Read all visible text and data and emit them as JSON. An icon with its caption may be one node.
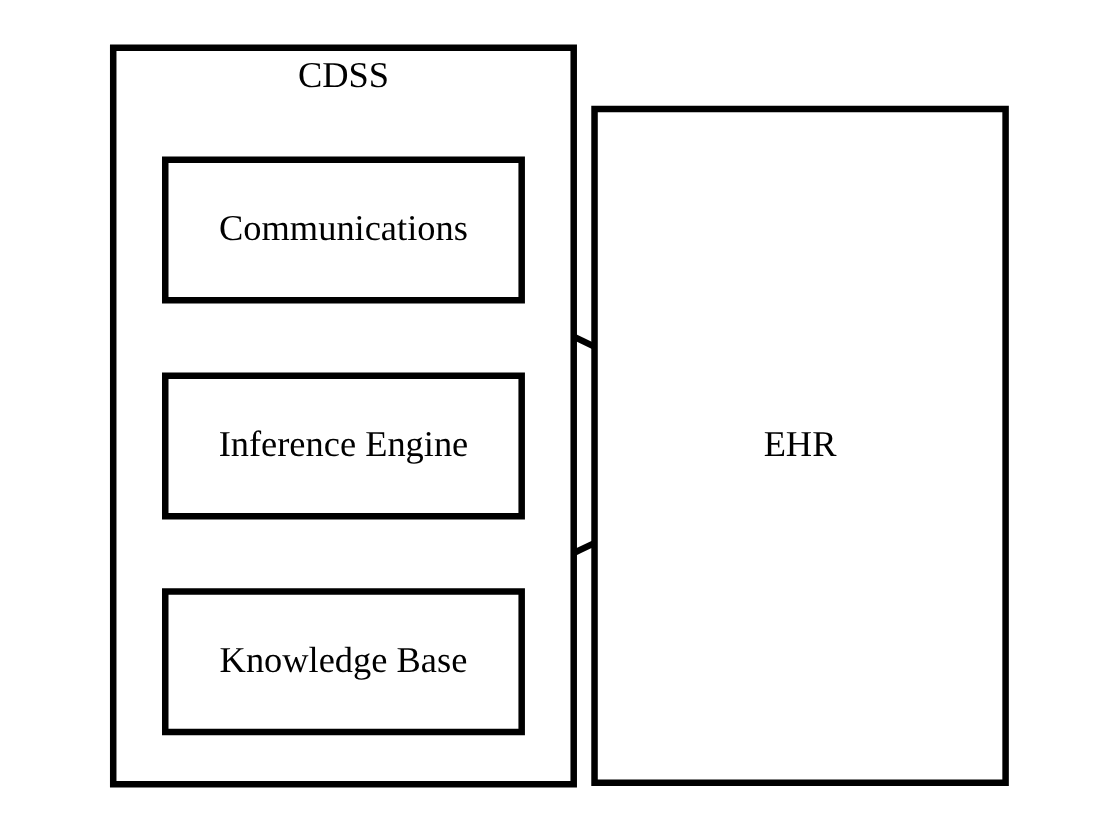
{
  "diagram": {
    "nodes": [
      {
        "text": [
          "CDSS"
        ]
      },
      {
        "text": [
          "Knowledge Base"
        ],
        "in": 0
      },
      {
        "text": [
          "Inference Engine"
        ],
        "in": 0
      },
      {
        "text": [
          "Communications"
        ],
        "in": 0
      },
      {
        "text": [
          "EHR"
        ]
      }
    ],
    "edges": [
      {
        "from": 0,
        "to": 4,
        "arrow": "none"
      },
      {
        "from": 0,
        "to": 4,
        "arrow": "none"
      }
    ]
  }
}
